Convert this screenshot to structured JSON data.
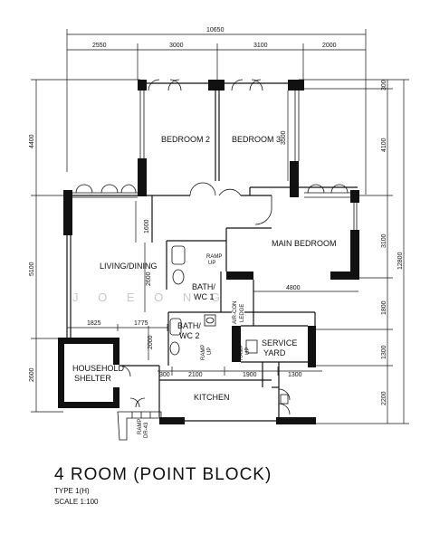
{
  "plan": {
    "watermark": "J O E   O N G",
    "dimensions": {
      "overall_width": "10650",
      "top_segments": [
        "2550",
        "3000",
        "3100",
        "2000"
      ],
      "left": [
        "4400",
        "5100",
        "2600"
      ],
      "right": [
        "300",
        "4100",
        "3100",
        "1800",
        "1300",
        "2200"
      ],
      "right_total": "12800",
      "inner": {
        "d1600": "1600",
        "d2600": "2600",
        "d3500": "3500",
        "d4800": "4800",
        "d1825": "1825",
        "d1775": "1775",
        "d2000": "2000",
        "d300": "300",
        "d2100": "2100",
        "d1900": "1900",
        "d1300": "1300"
      }
    },
    "rooms": {
      "bedroom2": "BEDROOM 2",
      "bedroom3": "BEDROOM 3",
      "main_bedroom": "MAIN BEDROOM",
      "living_dining": "LIVING/DINING",
      "bath1_a": "BATH/",
      "bath1_b": "WC 1",
      "bath2_a": "BATH/",
      "bath2_b": "WC 2",
      "aircon_a": "AIR-CON",
      "aircon_b": "LEDGE",
      "service_a": "SERVICE",
      "service_b": "YARD",
      "shelter_a": "HOUSEHOLD",
      "shelter_b": "SHELTER",
      "kitchen": "KITCHEN"
    },
    "ramps": {
      "r1_a": "RAMP",
      "r1_b": "UP",
      "r2_a": "RAMP",
      "r2_b": "UP",
      "r3_a": "RAMP",
      "r3_b": "UP",
      "r4_a": "RAMP",
      "r4_b": "DR-43"
    }
  },
  "title": {
    "main": "4 ROOM (POINT BLOCK)",
    "type": "TYPE 1(H)",
    "scale": "SCALE  1:100"
  }
}
